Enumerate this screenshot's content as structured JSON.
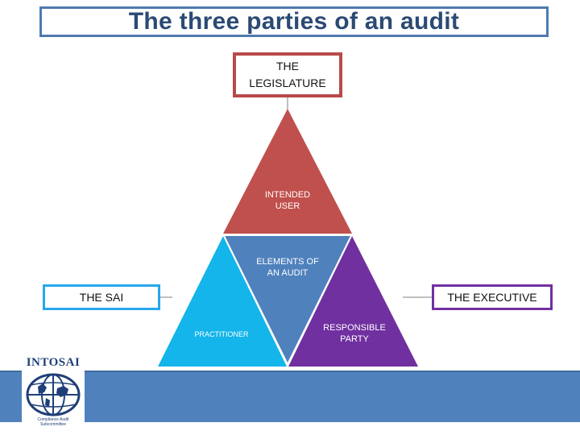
{
  "title": "The three parties of an audit",
  "parties": {
    "legislature": "THE\nLEGISLATURE",
    "sai": "THE SAI",
    "executive": "THE EXECUTIVE"
  },
  "triangle": {
    "top": "INTENDED\nUSER",
    "center": "ELEMENTS OF\nAN AUDIT",
    "left": "PRACTITIONER",
    "right": "RESPONSIBLE\nPARTY"
  },
  "logo": {
    "name": "INTOSAI",
    "subtitle": "Compliance Audit\nSubcommittee"
  },
  "colors": {
    "title_border": "#4f7ab0",
    "title_text": "#2b4a74",
    "intended_user": "#c0504d",
    "elements_of_audit": "#4f81bd",
    "practitioner": "#13b5ea",
    "responsible_party": "#7030a0",
    "bottom_bar": "#4f81bd"
  }
}
